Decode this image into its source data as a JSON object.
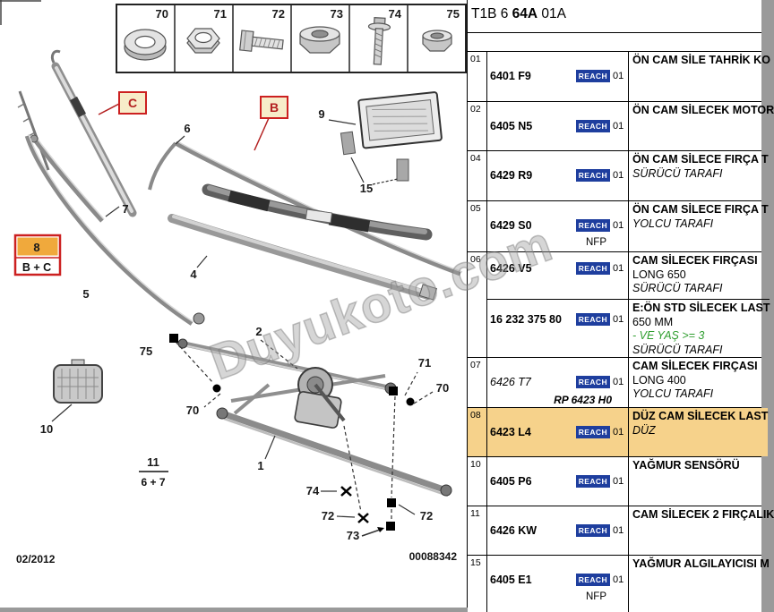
{
  "header": {
    "title_pre": "T1B 6 ",
    "title_bold": "64A",
    "title_post": " 01A"
  },
  "diagram": {
    "watermark": "Duyukoto.com",
    "date": "02/2012",
    "doc_no": "00088342",
    "hardware": {
      "h70": "70",
      "h71": "71",
      "h72": "72",
      "h73": "73",
      "h74": "74",
      "h75": "75"
    },
    "labels": {
      "c": "C",
      "b": "B",
      "n1": "1",
      "n2": "2",
      "n4": "4",
      "n5": "5",
      "n6": "6",
      "n7": "7",
      "n8": "8",
      "n8_sub": "B + C",
      "n9": "9",
      "n10": "10",
      "n11": "11",
      "n11_sub": "6 + 7",
      "n15": "15",
      "n70a": "70",
      "n70b": "70",
      "n71": "71",
      "n72a": "72",
      "n72b": "72",
      "n73": "73",
      "n74": "74",
      "n75": "75"
    }
  },
  "table": {
    "reach": "REACH",
    "rows": [
      {
        "num": "01",
        "part": "6401 F9",
        "qty": "01",
        "d1": "ÖN CAM SİLE TAHRİK KO"
      },
      {
        "num": "02",
        "part": "6405 N5",
        "qty": "01",
        "d1": "ÖN CAM SİLECEK MOTOR"
      },
      {
        "num": "04",
        "part": "6429 R9",
        "qty": "01",
        "d1": "ÖN CAM SİLECE FIRÇA T",
        "d2": "SÜRÜCÜ TARAFI"
      },
      {
        "num": "05",
        "part": "6429 S0",
        "qty": "01",
        "note": "NFP",
        "d1": "ÖN CAM SİLECE FIRÇA T",
        "d2": "YOLCU TARAFI"
      },
      {
        "num": "06",
        "part": "6426 V5",
        "qty": "01",
        "d1": "CAM SİLECEK FIRÇASI",
        "d2": "LONG 650",
        "d3": "SÜRÜCÜ TARAFI"
      },
      {
        "num": "",
        "part": "16 232 375 80",
        "qty": "01",
        "d1": "E:ÖN STD SİLECEK LAST",
        "d2": "650 MM",
        "d3": "- VE YAŞ >= 3",
        "d4": "SÜRÜCÜ TARAFI"
      },
      {
        "num": "07",
        "part": "6426 T7",
        "qty": "01",
        "note": "RP 6423 H0",
        "d1": "CAM SİLECEK FIRÇASI",
        "d2": "LONG 400",
        "d3": "YOLCU TARAFI"
      },
      {
        "num": "08",
        "part": "6423 L4",
        "qty": "01",
        "d1": "DÜZ CAM SİLECEK LAST",
        "d2": "DÜZ"
      },
      {
        "num": "10",
        "part": "6405 P6",
        "qty": "01",
        "d1": "YAĞMUR SENSÖRÜ"
      },
      {
        "num": "11",
        "part": "6426 KW",
        "qty": "01",
        "d1": "CAM SİLECEK 2 FIRÇALIK"
      },
      {
        "num": "15",
        "part": "6405 E1",
        "qty": "01",
        "note": "NFP",
        "d1": "YAĞMUR ALGILAYICISI M"
      }
    ]
  }
}
